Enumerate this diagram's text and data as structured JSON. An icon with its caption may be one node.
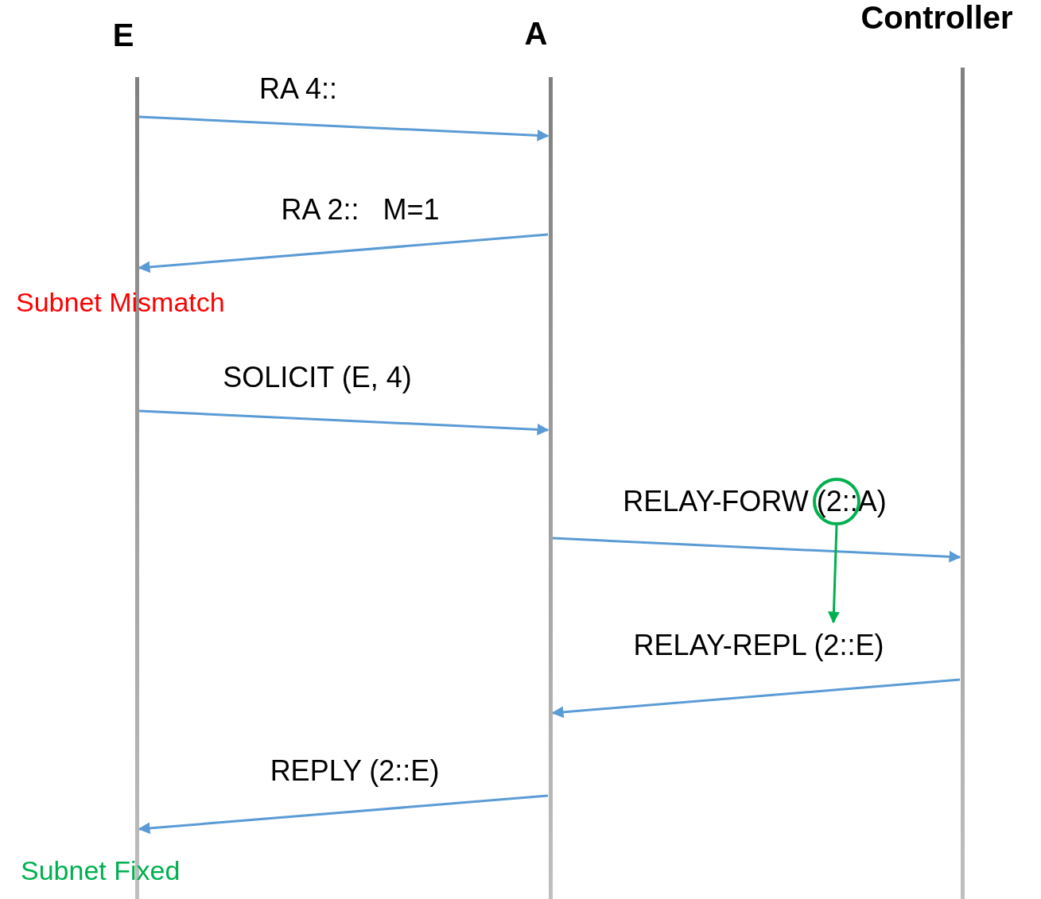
{
  "diagram": {
    "nodes": [
      {
        "text": [
          "E"
        ]
      },
      {
        "text": [
          "A"
        ]
      },
      {
        "text": [
          "Controller"
        ]
      },
      {
        "text": [],
        "shape": "circle"
      }
    ],
    "edges": [
      {
        "from": 0,
        "to": 1,
        "arrow": "to",
        "label": "RA 4::"
      },
      {
        "from": 1,
        "to": 0,
        "arrow": "to",
        "label": "RA 2::   M=1"
      },
      {
        "from": 0,
        "to": 1,
        "arrow": "to",
        "label": "SOLICIT (E, 4)"
      },
      {
        "from": 1,
        "to": 2,
        "arrow": "to",
        "label": "RELAY-FORW (2::A)"
      },
      {
        "from": 2,
        "to": 1,
        "arrow": "to",
        "label": "RELAY-REPL (2::E)"
      },
      {
        "from": 1,
        "to": 0,
        "arrow": "to",
        "label": "REPLY (2::E)"
      },
      {
        "from": 3,
        "to": null,
        "arrow": "to",
        "color": "#00b050"
      }
    ],
    "labels": [
      "Subnet Mismatch",
      "Subnet Fixed"
    ]
  }
}
